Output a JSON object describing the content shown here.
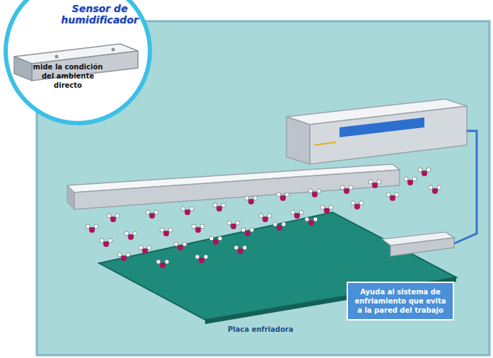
{
  "diagram": {
    "nodes": [
      {
        "text": [
          "Sensor de humidificador",
          "mide la condición del ambiente directo"
        ]
      },
      {
        "text": [
          "Ayuda al sistema de enfriamiento que evita a la pared del trabajo"
        ]
      }
    ],
    "labels": [
      "Placa enfriadora"
    ]
  }
}
